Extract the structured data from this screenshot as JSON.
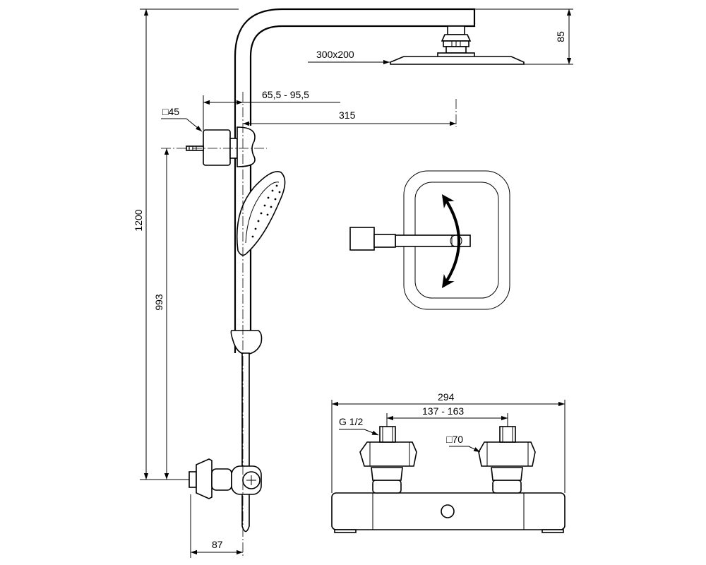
{
  "dimensions": {
    "total_height": "1200",
    "head_offset_height": "85",
    "head_size": "300x200",
    "wall_bracket_range": "65,5 - 95,5",
    "arm_projection": "315",
    "bracket_square": "□45",
    "bracket_height": "993",
    "mixer_projection": "87",
    "mixer_width": "294",
    "inlet_spacing": "137 - 163",
    "inlet_thread": "G 1/2",
    "escutcheon_square": "□70"
  },
  "views": [
    "front-elevation",
    "hand-shower-swivel-detail",
    "thermostatic-mixer-front-view"
  ]
}
